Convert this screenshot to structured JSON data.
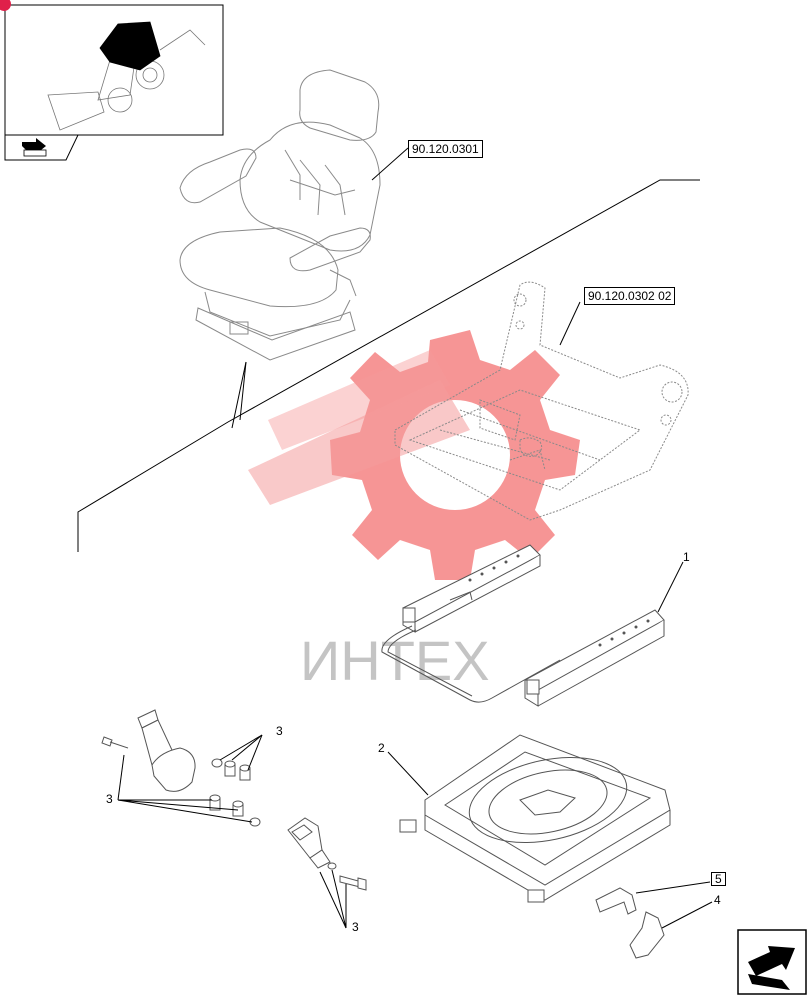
{
  "watermark": {
    "text": "ИНТЕХ",
    "color": "#f04848"
  },
  "references": {
    "seat_assembly": "90.120.0301",
    "seat_frame": "90.120.0302 02"
  },
  "callouts": {
    "rail": "1",
    "swivel_plate": "2",
    "belt_hardware_a": "3",
    "belt_hardware_b": "3",
    "belt_hardware_c": "3",
    "lever_handle": "4",
    "lever_rod": "5"
  },
  "icons": {
    "thumbnail": "backhoe-loader-thumbnail-icon",
    "nav_top": "previous-page-arrow-icon",
    "nav_bottom": "next-page-arrow-icon"
  }
}
